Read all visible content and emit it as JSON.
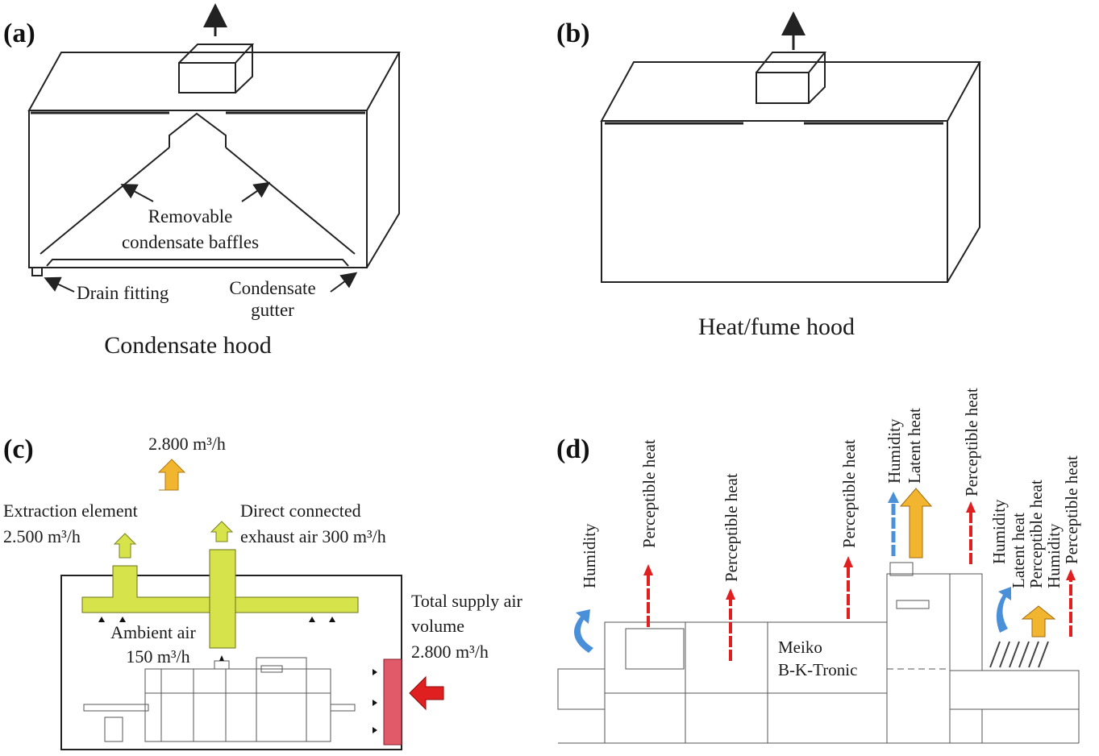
{
  "panels": {
    "a": {
      "tag": "(a)",
      "caption": "Condensate hood",
      "baffles_line1": "Removable",
      "baffles_line2": "condensate baffles",
      "drain": "Drain fitting",
      "gutter_line1": "Condensate",
      "gutter_line2": "gutter"
    },
    "b": {
      "tag": "(b)",
      "caption": "Heat/fume hood"
    },
    "c": {
      "tag": "(c)",
      "total_exhaust": "2.800 m³/h",
      "extraction_line1": "Extraction element",
      "extraction_line2": "2.500 m³/h",
      "direct_line1": "Direct connected",
      "direct_line2": "exhaust air 300 m³/h",
      "ambient_line1": "Ambient air",
      "ambient_line2": "150 m³/h",
      "supply_line1": "Total supply air",
      "supply_line2": "volume",
      "supply_line3": "2.800 m³/h"
    },
    "d": {
      "tag": "(d)",
      "machine_line1": "Meiko",
      "machine_line2": "B-K-Tronic",
      "humidity": "Humidity",
      "perceptible": "Perceptible heat",
      "latent": "Latent heat"
    }
  },
  "colors": {
    "yellow_duct": "#d7e34a",
    "orange_arrow": "#f2b530",
    "red_arrow": "#e02020",
    "blue_arrow": "#4a90d9",
    "supply_panel": "#e05a6a"
  }
}
